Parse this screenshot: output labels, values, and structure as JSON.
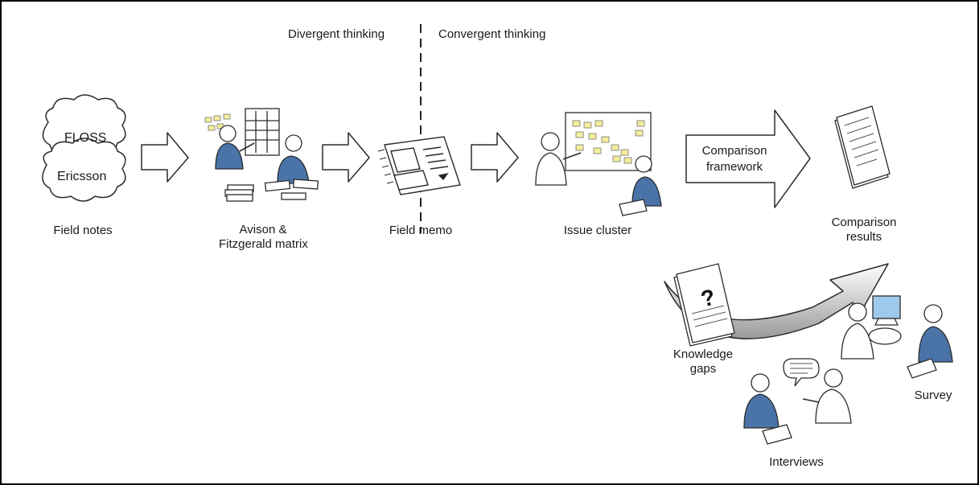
{
  "header": {
    "divergent": "Divergent thinking",
    "convergent": "Convergent thinking"
  },
  "clouds": {
    "top": "FLOSS",
    "bottom": "Ericsson"
  },
  "labels": {
    "field_notes": "Field notes",
    "avison_line1": "Avison &",
    "avison_line2": "Fitzgerald matrix",
    "field_memo": "Field memo",
    "issue_cluster": "Issue cluster",
    "comparison_results_line1": "Comparison",
    "comparison_results_line2": "results",
    "knowledge_gaps_line1": "Knowledge",
    "knowledge_gaps_line2": "gaps",
    "survey": "Survey",
    "interviews": "Interviews"
  },
  "big_arrow": {
    "line1": "Comparison",
    "line2": "framework"
  },
  "question_mark": "?",
  "colors": {
    "person_fill": "#4a73a8",
    "sticky_note": "#f3ec9a",
    "arrow_fill": "#ffffff",
    "monitor": "#9fc9ea",
    "stroke": "#2b2b2b"
  }
}
